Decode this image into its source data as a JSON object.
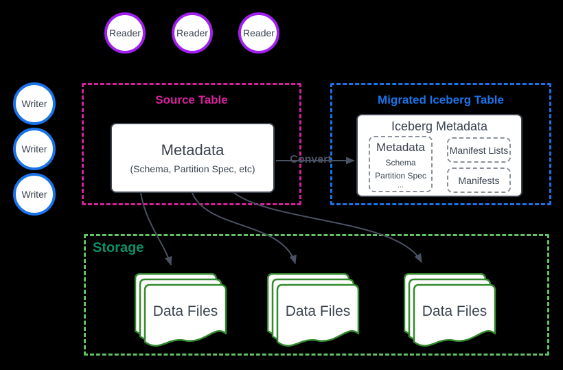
{
  "diagram": {
    "readers": {
      "labels": [
        "Reader",
        "Reader",
        "Reader"
      ]
    },
    "writers": {
      "labels": [
        "Writer",
        "Writer",
        "Writer"
      ]
    },
    "source_table": {
      "title": "Source Table",
      "metadata_box": {
        "title": "Metadata",
        "subtitle": "(Schema, Partition Spec, etc)"
      }
    },
    "convert_arrow": {
      "label": "Convert"
    },
    "iceberg_table": {
      "title": "Migrated Iceberg Table",
      "metadata_box": {
        "title": "Iceberg Metadata",
        "metadata_group": {
          "title": "Metadata",
          "item1": "Schema",
          "item2": "Partition Spec",
          "item3": "..."
        },
        "manifest_lists_label": "Manifest Lists",
        "manifests_label": "Manifests"
      }
    },
    "storage": {
      "title": "Storage",
      "stacks": [
        "Data Files",
        "Data Files",
        "Data Files"
      ]
    },
    "colors": {
      "reader_border": "#A020F0",
      "writer_border": "#1A73E8",
      "source_accent": "#D6219C",
      "iceberg_accent": "#1A73E8",
      "storage_border": "#63C363",
      "storage_title": "#0C8F66",
      "datafile_border": "#338A2D",
      "arrow": "#4A5162",
      "text_dark": "#3A4350"
    }
  }
}
